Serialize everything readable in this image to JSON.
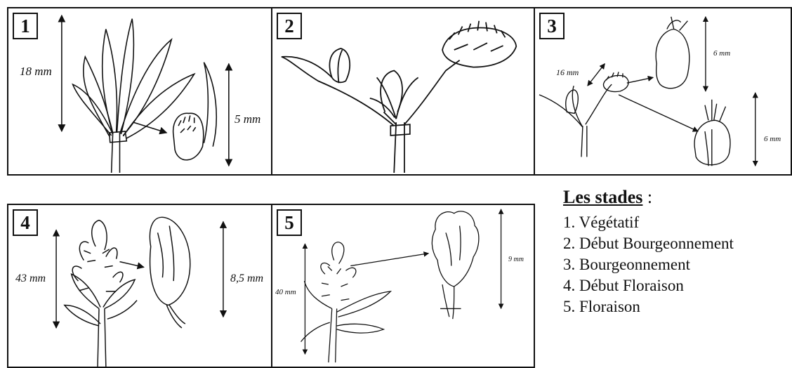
{
  "panels": [
    {
      "number": "1",
      "measurements": [
        "18 mm",
        "5 mm"
      ]
    },
    {
      "number": "2",
      "measurements": []
    },
    {
      "number": "3",
      "measurements": [
        "16 mm",
        "6 mm",
        "6 mm"
      ]
    },
    {
      "number": "4",
      "measurements": [
        "43 mm",
        "8,5 mm"
      ]
    },
    {
      "number": "5",
      "measurements": [
        "40 mm",
        "9 mm"
      ]
    }
  ],
  "legend": {
    "title": "Les stades",
    "colon": " :",
    "items": [
      "1. Végétatif",
      "2. Début Bourgeonnement",
      "3. Bourgeonnement",
      "4. Début Floraison",
      "5. Floraison"
    ]
  }
}
